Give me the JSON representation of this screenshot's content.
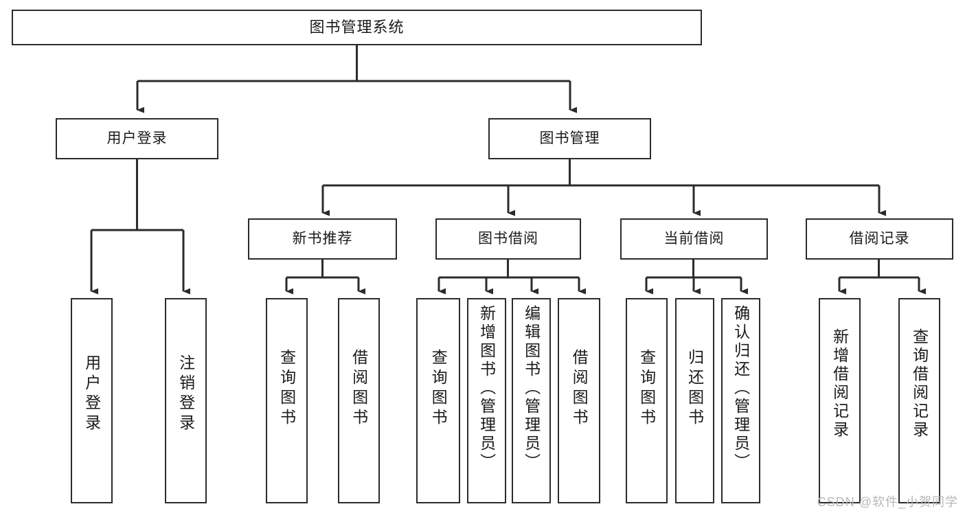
{
  "diagram": {
    "type": "hierarchy-tree",
    "title": "图书管理系统",
    "watermark": "CSDN @软件_小贺同学",
    "colors": {
      "stroke": "#2b2b2b",
      "fill": "#ffffff",
      "text": "#1a1a1a",
      "watermark": "#b8b8b8"
    },
    "levels": {
      "level1": [
        {
          "id": "root",
          "label": "图书管理系统",
          "orientation": "horizontal"
        }
      ],
      "level2": [
        {
          "id": "user-login",
          "label": "用户登录",
          "orientation": "horizontal"
        },
        {
          "id": "book-manage",
          "label": "图书管理",
          "orientation": "horizontal"
        }
      ],
      "level3": [
        {
          "id": "new-book-recommend",
          "label": "新书推荐",
          "orientation": "horizontal",
          "parent": "book-manage"
        },
        {
          "id": "book-borrow",
          "label": "图书借阅",
          "orientation": "horizontal",
          "parent": "book-manage"
        },
        {
          "id": "current-borrow",
          "label": "当前借阅",
          "orientation": "horizontal",
          "parent": "book-manage"
        },
        {
          "id": "borrow-record",
          "label": "借阅记录",
          "orientation": "horizontal",
          "parent": "book-manage"
        }
      ],
      "level4": [
        {
          "id": "leaf-user-login",
          "label": "用户登录",
          "orientation": "vertical",
          "parent": "user-login"
        },
        {
          "id": "leaf-logout",
          "label": "注销登录",
          "orientation": "vertical",
          "parent": "user-login"
        },
        {
          "id": "leaf-query-book-1",
          "label": "查询图书",
          "orientation": "vertical",
          "parent": "new-book-recommend"
        },
        {
          "id": "leaf-borrow-book-1",
          "label": "借阅图书",
          "orientation": "vertical",
          "parent": "new-book-recommend"
        },
        {
          "id": "leaf-query-book-2",
          "label": "查询图书",
          "orientation": "vertical",
          "parent": "book-borrow"
        },
        {
          "id": "leaf-add-book",
          "label": "新增图书（管理员）",
          "orientation": "vertical",
          "parent": "book-borrow"
        },
        {
          "id": "leaf-edit-book",
          "label": "编辑图书（管理员）",
          "orientation": "vertical",
          "parent": "book-borrow"
        },
        {
          "id": "leaf-borrow-book-2",
          "label": "借阅图书",
          "orientation": "vertical",
          "parent": "book-borrow"
        },
        {
          "id": "leaf-query-book-3",
          "label": "查询图书",
          "orientation": "vertical",
          "parent": "current-borrow"
        },
        {
          "id": "leaf-return-book",
          "label": "归还图书",
          "orientation": "vertical",
          "parent": "current-borrow"
        },
        {
          "id": "leaf-confirm-return",
          "label": "确认归还（管理员）",
          "orientation": "vertical",
          "parent": "current-borrow"
        },
        {
          "id": "leaf-add-record",
          "label": "新增借阅记录",
          "orientation": "vertical",
          "parent": "borrow-record"
        },
        {
          "id": "leaf-query-record",
          "label": "查询借阅记录",
          "orientation": "vertical",
          "parent": "borrow-record"
        }
      ]
    }
  }
}
